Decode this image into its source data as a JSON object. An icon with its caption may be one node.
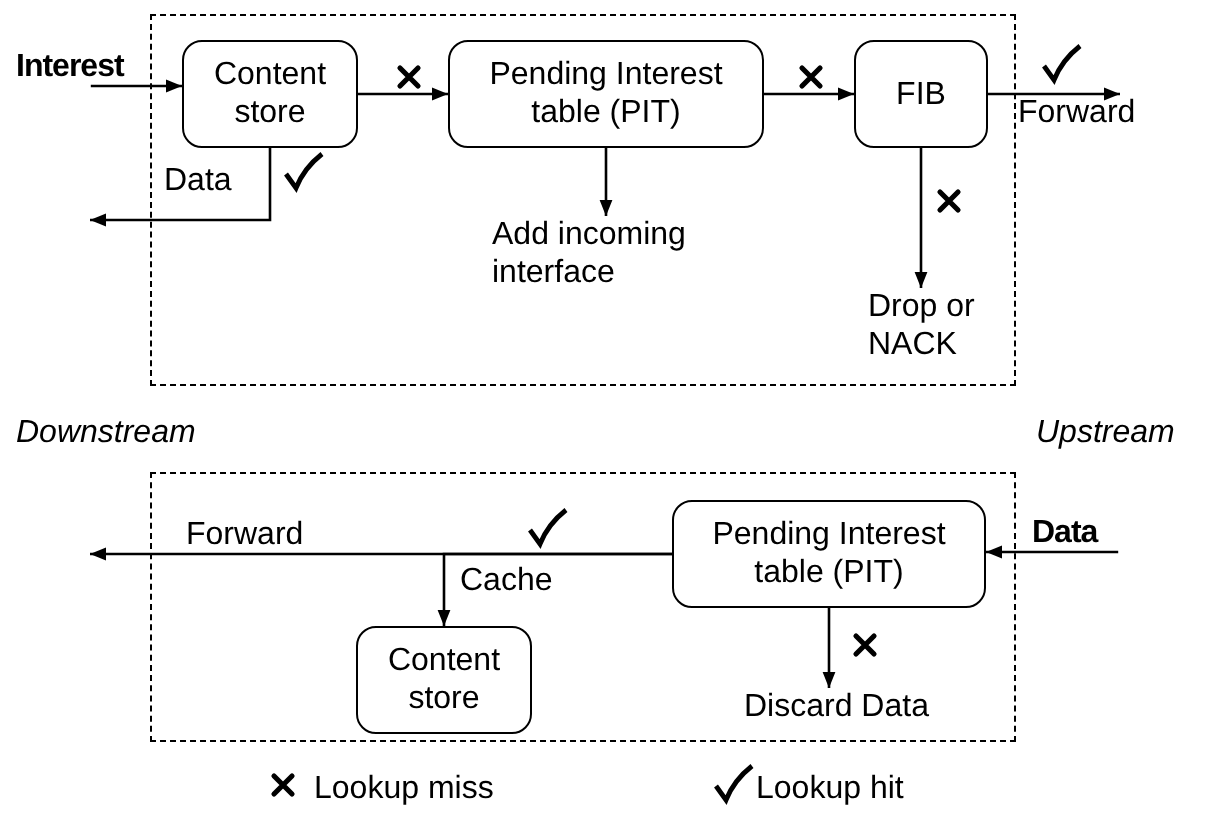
{
  "diagram": {
    "nodes": [
      {
        "text": [],
        "shape": "box"
      },
      {
        "text": [
          "Content store"
        ],
        "in": 0
      },
      {
        "text": [
          "Pending Interest table (PIT)"
        ],
        "in": 0
      },
      {
        "text": [
          "FIB"
        ],
        "in": 0
      },
      {
        "text": [
          "Interest"
        ]
      },
      {
        "text": [
          "Add incoming interface"
        ],
        "in": 0
      },
      {
        "text": [
          "Drop or NACK"
        ],
        "in": 0
      },
      {
        "text": [],
        "shape": "box"
      },
      {
        "text": [
          "Pending Interest table (PIT)"
        ],
        "in": 7
      },
      {
        "text": [
          "Content store"
        ],
        "in": 7
      },
      {
        "text": [
          "Discard Data"
        ],
        "in": 7
      },
      {
        "text": [
          "Data"
        ]
      }
    ],
    "edges": [
      {
        "from": 4,
        "to": 1,
        "arrow": "to"
      },
      {
        "from": 1,
        "to": 2,
        "arrow": "to"
      },
      {
        "from": 2,
        "to": 3,
        "arrow": "to"
      },
      {
        "from": 3,
        "to": null,
        "arrow": "to",
        "label": "Forward"
      },
      {
        "from": 1,
        "to": null,
        "arrow": "to",
        "label": "Data"
      },
      {
        "from": 2,
        "to": 5,
        "arrow": "to"
      },
      {
        "from": 3,
        "to": 6,
        "arrow": "to"
      },
      {
        "from": 11,
        "to": 8,
        "arrow": "to"
      },
      {
        "from": 8,
        "to": null,
        "arrow": "to",
        "label": "Forward"
      },
      {
        "from": 8,
        "to": 9,
        "arrow": "to",
        "label": "Cache"
      },
      {
        "from": 8,
        "to": 10,
        "arrow": "to"
      }
    ],
    "labels": [
      "Downstream",
      "Upstream"
    ],
    "legend": [
      {
        "text": "Lookup miss"
      },
      {
        "text": "Lookup hit"
      }
    ]
  }
}
